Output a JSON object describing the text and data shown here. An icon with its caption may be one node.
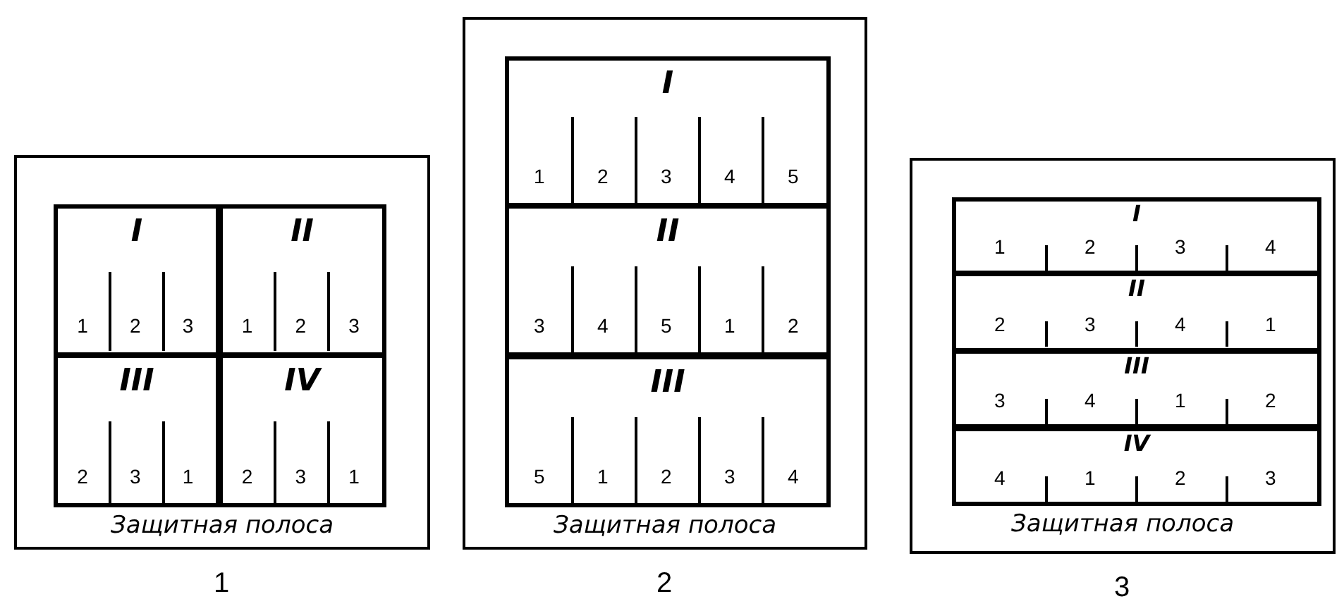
{
  "diagram": {
    "nodes": [
      {
        "text": [
          "Защитная полоса"
        ],
        "beside": [
          "1"
        ]
      },
      {
        "text": [
          "I"
        ],
        "in": 0
      },
      {
        "text": [
          "1"
        ],
        "in": 1
      },
      {
        "text": [
          "2"
        ],
        "in": 1
      },
      {
        "text": [
          "3"
        ],
        "in": 1
      },
      {
        "text": [
          "II"
        ],
        "in": 0
      },
      {
        "text": [
          "1"
        ],
        "in": 5
      },
      {
        "text": [
          "2"
        ],
        "in": 5
      },
      {
        "text": [
          "3"
        ],
        "in": 5
      },
      {
        "text": [
          "III"
        ],
        "in": 0
      },
      {
        "text": [
          "2"
        ],
        "in": 9
      },
      {
        "text": [
          "3"
        ],
        "in": 9
      },
      {
        "text": [
          "1"
        ],
        "in": 9
      },
      {
        "text": [
          "IV"
        ],
        "in": 0
      },
      {
        "text": [
          "2"
        ],
        "in": 13
      },
      {
        "text": [
          "3"
        ],
        "in": 13
      },
      {
        "text": [
          "1"
        ],
        "in": 13
      },
      {
        "text": [
          "Защитная полоса"
        ],
        "beside": [
          "2"
        ]
      },
      {
        "text": [
          "I"
        ],
        "in": 17
      },
      {
        "text": [
          "1"
        ],
        "in": 18
      },
      {
        "text": [
          "2"
        ],
        "in": 18
      },
      {
        "text": [
          "3"
        ],
        "in": 18
      },
      {
        "text": [
          "4"
        ],
        "in": 18
      },
      {
        "text": [
          "5"
        ],
        "in": 18
      },
      {
        "text": [
          "II"
        ],
        "in": 17
      },
      {
        "text": [
          "3"
        ],
        "in": 24
      },
      {
        "text": [
          "4"
        ],
        "in": 24
      },
      {
        "text": [
          "5"
        ],
        "in": 24
      },
      {
        "text": [
          "1"
        ],
        "in": 24
      },
      {
        "text": [
          "2"
        ],
        "in": 24
      },
      {
        "text": [
          "III"
        ],
        "in": 17
      },
      {
        "text": [
          "5"
        ],
        "in": 30
      },
      {
        "text": [
          "1"
        ],
        "in": 30
      },
      {
        "text": [
          "2"
        ],
        "in": 30
      },
      {
        "text": [
          "3"
        ],
        "in": 30
      },
      {
        "text": [
          "4"
        ],
        "in": 30
      },
      {
        "text": [
          "Защитная полоса"
        ],
        "beside": [
          "3"
        ]
      },
      {
        "text": [
          "I"
        ],
        "in": 36
      },
      {
        "text": [
          "1"
        ],
        "in": 37
      },
      {
        "text": [
          "2"
        ],
        "in": 37
      },
      {
        "text": [
          "3"
        ],
        "in": 37
      },
      {
        "text": [
          "4"
        ],
        "in": 37
      },
      {
        "text": [
          "II"
        ],
        "in": 36
      },
      {
        "text": [
          "2"
        ],
        "in": 42
      },
      {
        "text": [
          "3"
        ],
        "in": 42
      },
      {
        "text": [
          "4"
        ],
        "in": 42
      },
      {
        "text": [
          "1"
        ],
        "in": 42
      },
      {
        "text": [
          "III"
        ],
        "in": 36
      },
      {
        "text": [
          "3"
        ],
        "in": 47
      },
      {
        "text": [
          "4"
        ],
        "in": 47
      },
      {
        "text": [
          "1"
        ],
        "in": 47
      },
      {
        "text": [
          "2"
        ],
        "in": 47
      },
      {
        "text": [
          "IV"
        ],
        "in": 36
      },
      {
        "text": [
          "4"
        ],
        "in": 52
      },
      {
        "text": [
          "1"
        ],
        "in": 52
      },
      {
        "text": [
          "2"
        ],
        "in": 52
      },
      {
        "text": [
          "3"
        ],
        "in": 52
      }
    ]
  }
}
